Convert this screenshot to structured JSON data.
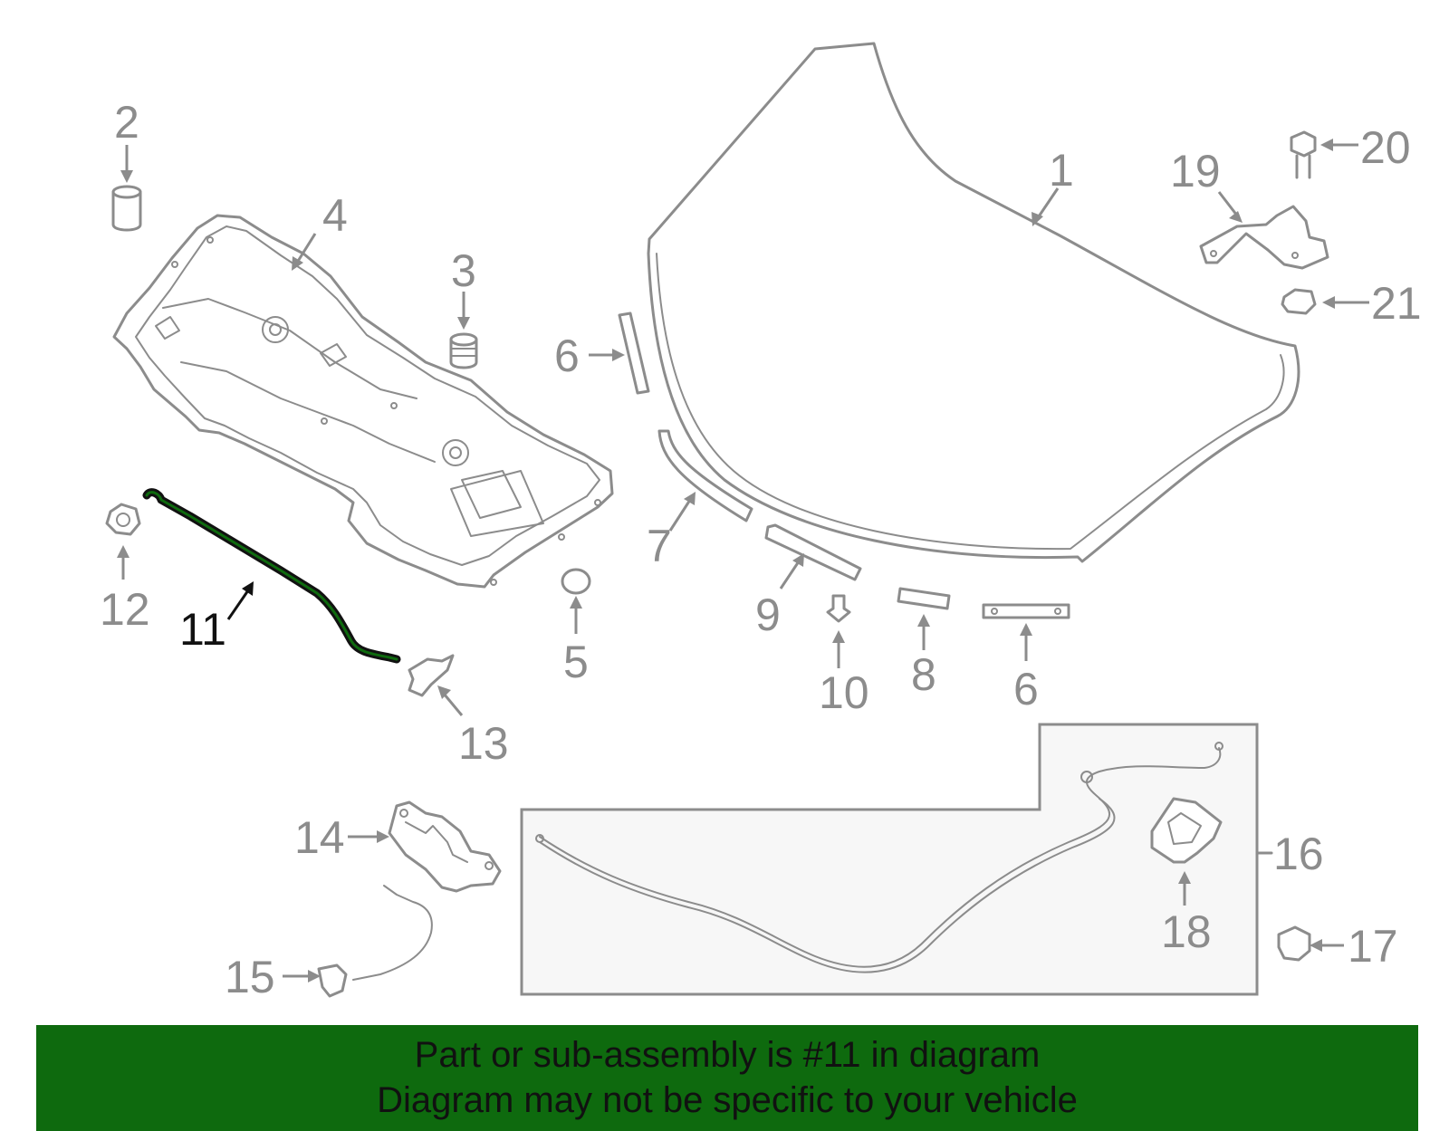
{
  "diagram": {
    "highlight_part": "11",
    "highlight_color": "#0e6a0e",
    "line_color": "#8c8c8c",
    "callouts": {
      "p1": "1",
      "p2": "2",
      "p3": "3",
      "p4": "4",
      "p5": "5",
      "p6a": "6",
      "p6b": "6",
      "p7": "7",
      "p8": "8",
      "p9": "9",
      "p10": "10",
      "p11": "11",
      "p12": "12",
      "p13": "13",
      "p14": "14",
      "p15": "15",
      "p16": "16",
      "p17": "17",
      "p18": "18",
      "p19": "19",
      "p20": "20",
      "p21": "21"
    }
  },
  "banner": {
    "line1": "Part or sub-assembly is #11 in diagram",
    "line2": "Diagram may not be specific to your vehicle",
    "color": "#0e6a0e"
  }
}
